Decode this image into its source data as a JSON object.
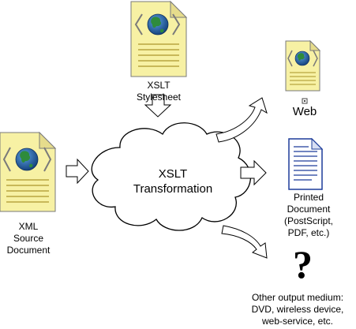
{
  "colors": {
    "doc_fill": "#f7f1a4",
    "doc_edge": "#7a7a7a",
    "fold_fill": "#e6dc8c",
    "text_lines": "#b9a640",
    "bracket": "#7a7a7a",
    "globe_ocean": "#1e5aa0",
    "globe_land": "#2e8b3c",
    "printed_edge": "#1d3c9a",
    "printed_lines": "#1d3c9a",
    "cloud_edge": "#000000",
    "arrow_edge": "#000000"
  },
  "stylesheet": {
    "line1": "XSLT",
    "line2": "Stylesheet",
    "icon": "xml-document-icon"
  },
  "source": {
    "line1": "XML",
    "line2": "Source",
    "line3": "Document",
    "icon": "xml-document-icon"
  },
  "process": {
    "line1": "XSLT",
    "line2": "Transformation",
    "icon": "cloud-shape"
  },
  "web": {
    "label": "Web",
    "icon": "web-page-icon"
  },
  "printed": {
    "line1": "Printed",
    "line2": "Document",
    "line3": "(PostScript,",
    "line4": "PDF, etc.)",
    "icon": "printed-document-icon"
  },
  "other": {
    "symbol": "?",
    "line1": "Other output medium:",
    "line2": "DVD, wireless device,",
    "line3": "web-service, etc.",
    "icon": "question-mark-icon"
  }
}
